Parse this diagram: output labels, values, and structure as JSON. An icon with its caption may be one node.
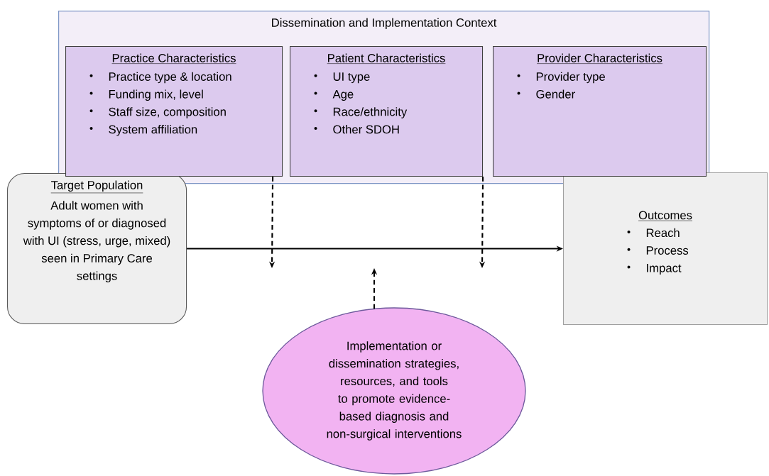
{
  "diagram": {
    "nodes": [
      {
        "text": [
          "Dissemination and Implementation Context"
        ]
      },
      {
        "text": [
          "Practice Characteristics",
          "Practice type & location",
          "Funding mix, level",
          "Staff size, composition",
          "System affiliation"
        ],
        "in": 0
      },
      {
        "text": [
          "Patient Characteristics",
          "UI type",
          "Age",
          "Race/ethnicity",
          "Other SDOH"
        ],
        "in": 0
      },
      {
        "text": [
          "Provider Characteristics",
          "Provider type",
          "Gender"
        ],
        "in": 0
      },
      {
        "text": [
          "Target Population",
          "Adult women with symptoms of or diagnosed with UI (stress, urge, mixed) seen in Primary Care settings"
        ]
      },
      {
        "text": [
          "Outcomes",
          "Reach",
          "Process",
          "Impact"
        ]
      },
      {
        "text": [
          "Implementation or dissemination strategies, resources, and tools to promote evidence-based diagnosis and non-surgical interventions"
        ]
      }
    ],
    "edges": [
      {
        "from": 4,
        "to": 5,
        "arrow": "to"
      },
      {
        "from": 1,
        "to": null,
        "arrow": "to",
        "style": "dashed"
      },
      {
        "from": 2,
        "to": null,
        "arrow": "to",
        "style": "dashed"
      },
      {
        "from": 6,
        "to": null,
        "arrow": "to",
        "style": "dashed"
      }
    ]
  }
}
